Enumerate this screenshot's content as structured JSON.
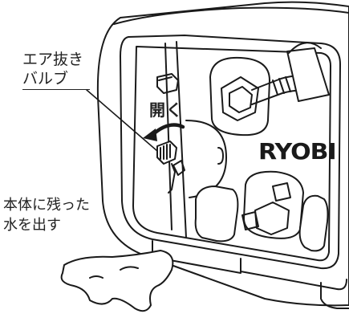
{
  "labels": {
    "air_valve_line1": "エア抜き",
    "air_valve_line2": "バルブ",
    "open": "開く",
    "residual_water_line1": "本体に残った",
    "residual_water_line2": "水を出す"
  },
  "brand": {
    "logo_text": "RYOBI"
  },
  "colors": {
    "line": "#1a1a1a",
    "panel": "#ffffff",
    "shade": "#9a9a9a",
    "background": "#ffffff"
  },
  "icons": [
    "air-bleed-valve-icon",
    "open-direction-arrow-icon",
    "water-puddle-icon",
    "hose-connector-icon"
  ]
}
